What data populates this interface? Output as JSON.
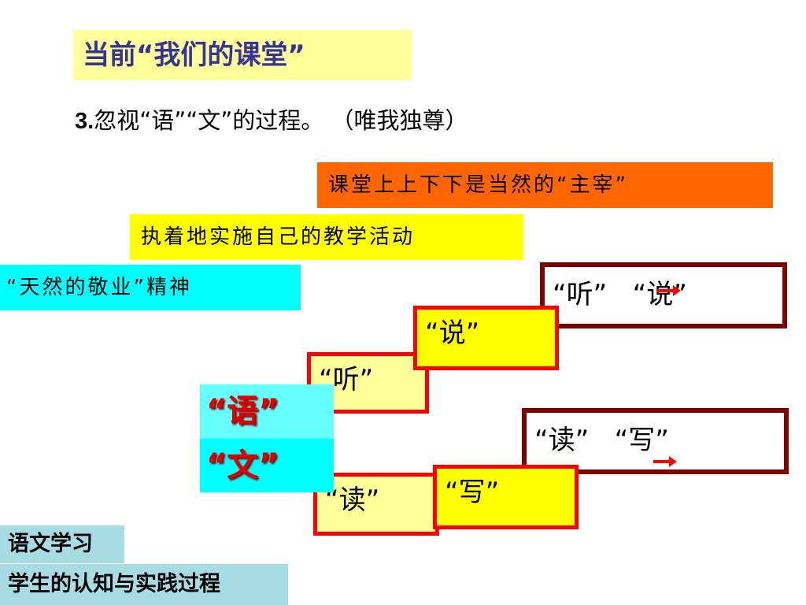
{
  "title": "当前“我们的课堂”",
  "point": {
    "number": "3.",
    "text": "忽视“语”“文”的过程。 （唯我独尊）"
  },
  "labels": {
    "master": "课堂上上下下是当然的“主宰”",
    "teaching": "执着地实施自己的教学活动",
    "dedication": "“天然的敬业”精神"
  },
  "frames": {
    "listen_speak": {
      "a": "“听”",
      "b": "“说”"
    },
    "read_write": {
      "a": "“读”",
      "b": "“写”"
    }
  },
  "steps": {
    "shuo": "“说”",
    "ting": "“听”",
    "du": "“读”",
    "xie": "“写”"
  },
  "yuwen": {
    "yu": "“语”",
    "wen": "“文”"
  },
  "tags": {
    "study": "语文学习",
    "process": "学生的认知与实践过程"
  },
  "colors": {
    "title_text": "#333399",
    "accent_red": "#ff0000",
    "frame": "#800000"
  }
}
